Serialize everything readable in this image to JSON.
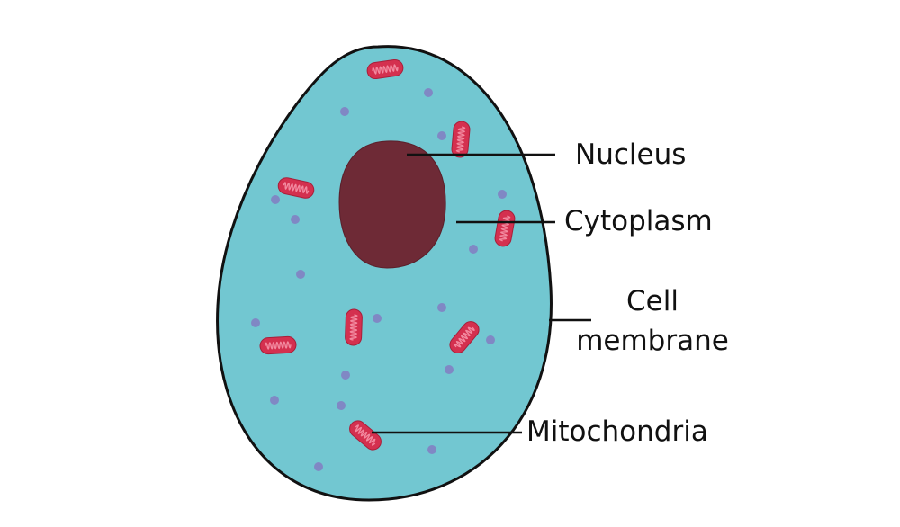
{
  "labels": {
    "nucleus": "Nucleus",
    "cytoplasm": "Cytoplasm",
    "cell_membrane_line1": "Cell",
    "cell_membrane_line2": "membrane",
    "mitochondria": "Mitochondria"
  },
  "colors": {
    "cytoplasm": "#72c7d1",
    "membrane": "#111111",
    "nucleus": "#6e2a36",
    "mitochondria": "#d4304f",
    "mitochondria_inner": "#f28aa0",
    "granules": "#8088c4"
  }
}
